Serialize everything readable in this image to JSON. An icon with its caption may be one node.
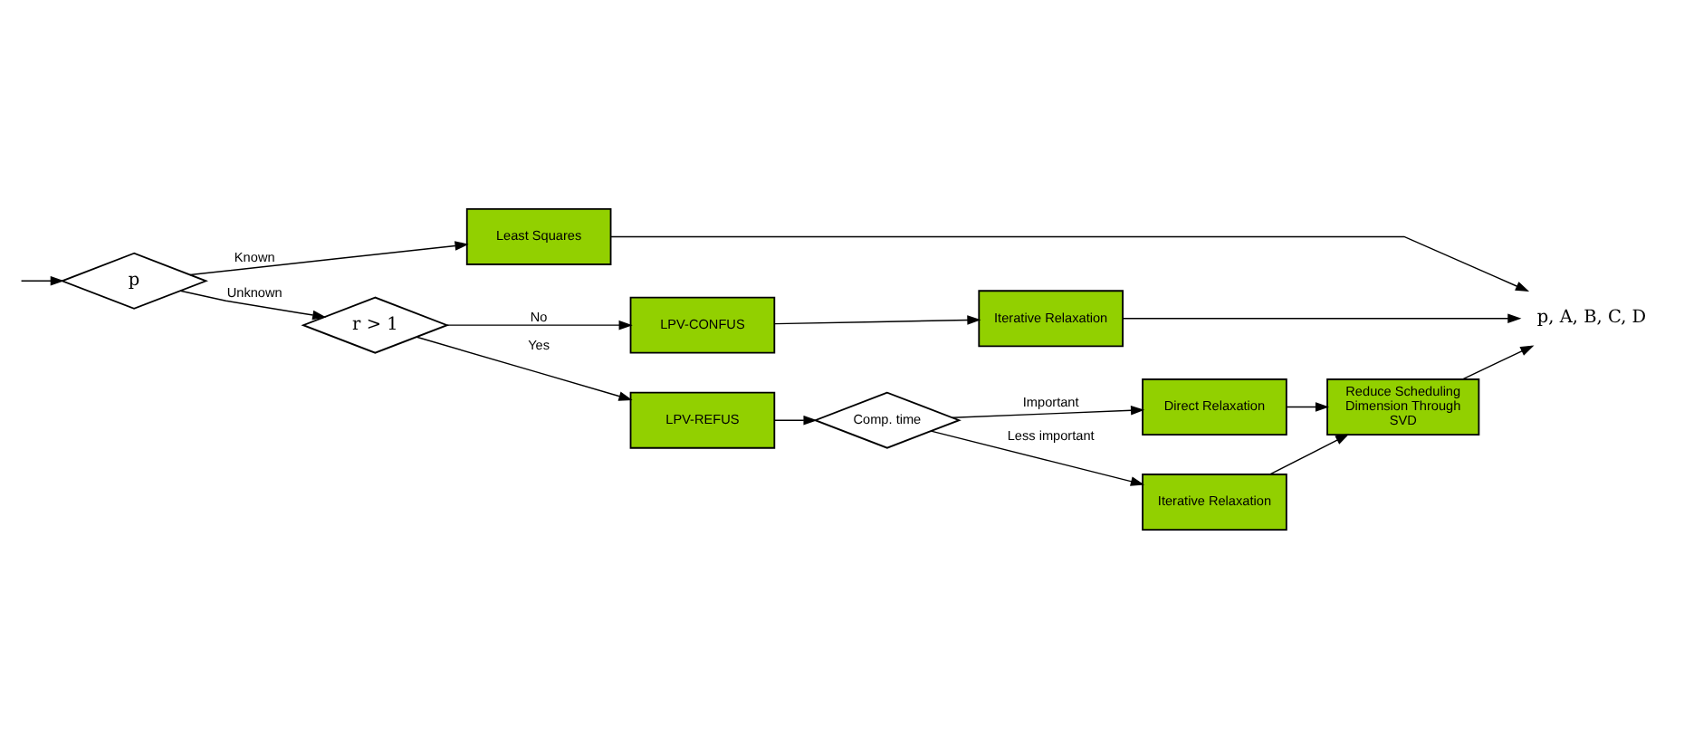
{
  "diagram": {
    "nodes": [
      {
        "text": [
          "p"
        ]
      },
      {
        "text": [
          "Least Squares"
        ]
      },
      {
        "text": [
          "r > 1"
        ]
      },
      {
        "text": [
          "LPV-CONFUS"
        ]
      },
      {
        "text": [
          "Iterative Relaxation"
        ]
      },
      {
        "text": [
          "p, A, B, C, D"
        ]
      },
      {
        "text": [
          "LPV-REFUS"
        ]
      },
      {
        "text": [
          "Comp. time"
        ]
      },
      {
        "text": [
          "Direct Relaxation"
        ]
      },
      {
        "text": [
          "Iterative Relaxation"
        ]
      },
      {
        "text": [
          "Reduce Scheduling Dimension Through SVD"
        ]
      }
    ],
    "edges": [
      {
        "from": null,
        "to": 0,
        "arrow": "to"
      },
      {
        "from": 0,
        "to": 1,
        "arrow": "to",
        "label": "Known"
      },
      {
        "from": 0,
        "to": 2,
        "arrow": "to",
        "label": "Unknown"
      },
      {
        "from": 2,
        "to": 3,
        "arrow": "to",
        "label": "No"
      },
      {
        "from": 3,
        "to": 4,
        "arrow": "to"
      },
      {
        "from": 4,
        "to": 5,
        "arrow": "to"
      },
      {
        "from": 1,
        "to": 5,
        "arrow": "to"
      },
      {
        "from": 2,
        "to": 6,
        "arrow": "to",
        "label": "Yes"
      },
      {
        "from": 6,
        "to": 7,
        "arrow": "to"
      },
      {
        "from": 7,
        "to": 8,
        "arrow": "to",
        "label": "Important"
      },
      {
        "from": 7,
        "to": 9,
        "arrow": "to",
        "label": "Less important"
      },
      {
        "from": 8,
        "to": 10,
        "arrow": "to"
      },
      {
        "from": 9,
        "to": 10,
        "arrow": "to"
      },
      {
        "from": 10,
        "to": 5,
        "arrow": "to"
      }
    ]
  }
}
